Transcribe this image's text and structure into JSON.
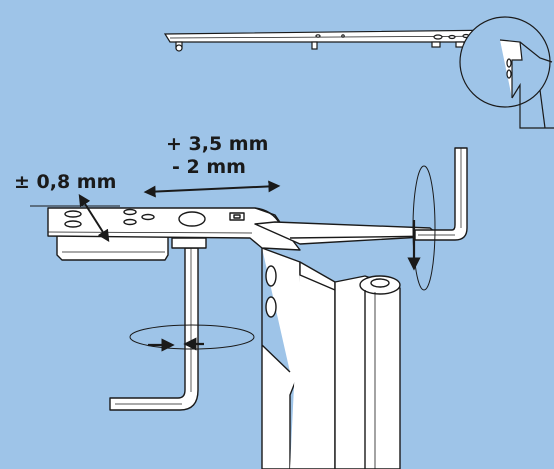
{
  "labels": {
    "lateral_adjust": "± 0,8 mm",
    "height_adjust_plus": "+ 3,5 mm",
    "height_adjust_minus": "- 2 mm"
  },
  "colors": {
    "background": "#9ec4e8",
    "part_fill": "#ffffff",
    "outline": "#1a1a1a"
  }
}
